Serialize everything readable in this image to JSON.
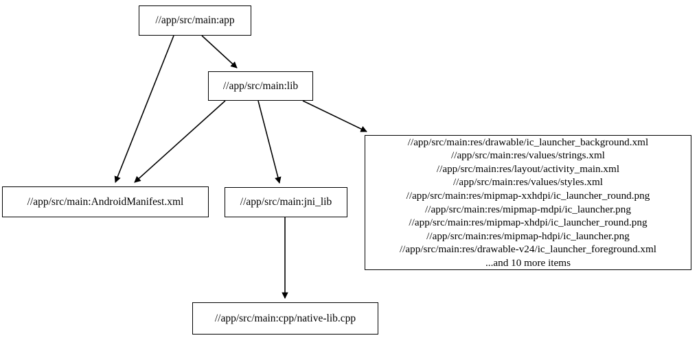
{
  "graph": {
    "type": "directed-dependency-graph",
    "background_color": "#ffffff",
    "node_border_color": "#000000",
    "edge_color": "#000000",
    "text_color": "#000000",
    "nodes": [
      {
        "id": "app",
        "label": "//app/src/main:app"
      },
      {
        "id": "lib",
        "label": "//app/src/main:lib"
      },
      {
        "id": "manifest",
        "label": "//app/src/main:AndroidManifest.xml"
      },
      {
        "id": "jni_lib",
        "label": "//app/src/main:jni_lib"
      },
      {
        "id": "native_lib",
        "label": "//app/src/main:cpp/native-lib.cpp"
      },
      {
        "id": "resources",
        "label": "//app/src/main:res/drawable/ic_launcher_background.xml\n//app/src/main:res/values/strings.xml\n//app/src/main:res/layout/activity_main.xml\n//app/src/main:res/values/styles.xml\n//app/src/main:res/mipmap-xxhdpi/ic_launcher_round.png\n//app/src/main:res/mipmap-mdpi/ic_launcher.png\n//app/src/main:res/mipmap-xhdpi/ic_launcher_round.png\n//app/src/main:res/mipmap-hdpi/ic_launcher.png\n//app/src/main:res/drawable-v24/ic_launcher_foreground.xml\n...and 10 more items",
        "lines": [
          "//app/src/main:res/drawable/ic_launcher_background.xml",
          "//app/src/main:res/values/strings.xml",
          "//app/src/main:res/layout/activity_main.xml",
          "//app/src/main:res/values/styles.xml",
          "//app/src/main:res/mipmap-xxhdpi/ic_launcher_round.png",
          "//app/src/main:res/mipmap-mdpi/ic_launcher.png",
          "//app/src/main:res/mipmap-xhdpi/ic_launcher_round.png",
          "//app/src/main:res/mipmap-hdpi/ic_launcher.png",
          "//app/src/main:res/drawable-v24/ic_launcher_foreground.xml",
          "...and 10 more items"
        ]
      }
    ],
    "edges": [
      {
        "from": "app",
        "to": "lib"
      },
      {
        "from": "app",
        "to": "manifest"
      },
      {
        "from": "lib",
        "to": "manifest"
      },
      {
        "from": "lib",
        "to": "jni_lib"
      },
      {
        "from": "lib",
        "to": "resources"
      },
      {
        "from": "jni_lib",
        "to": "native_lib"
      }
    ]
  }
}
